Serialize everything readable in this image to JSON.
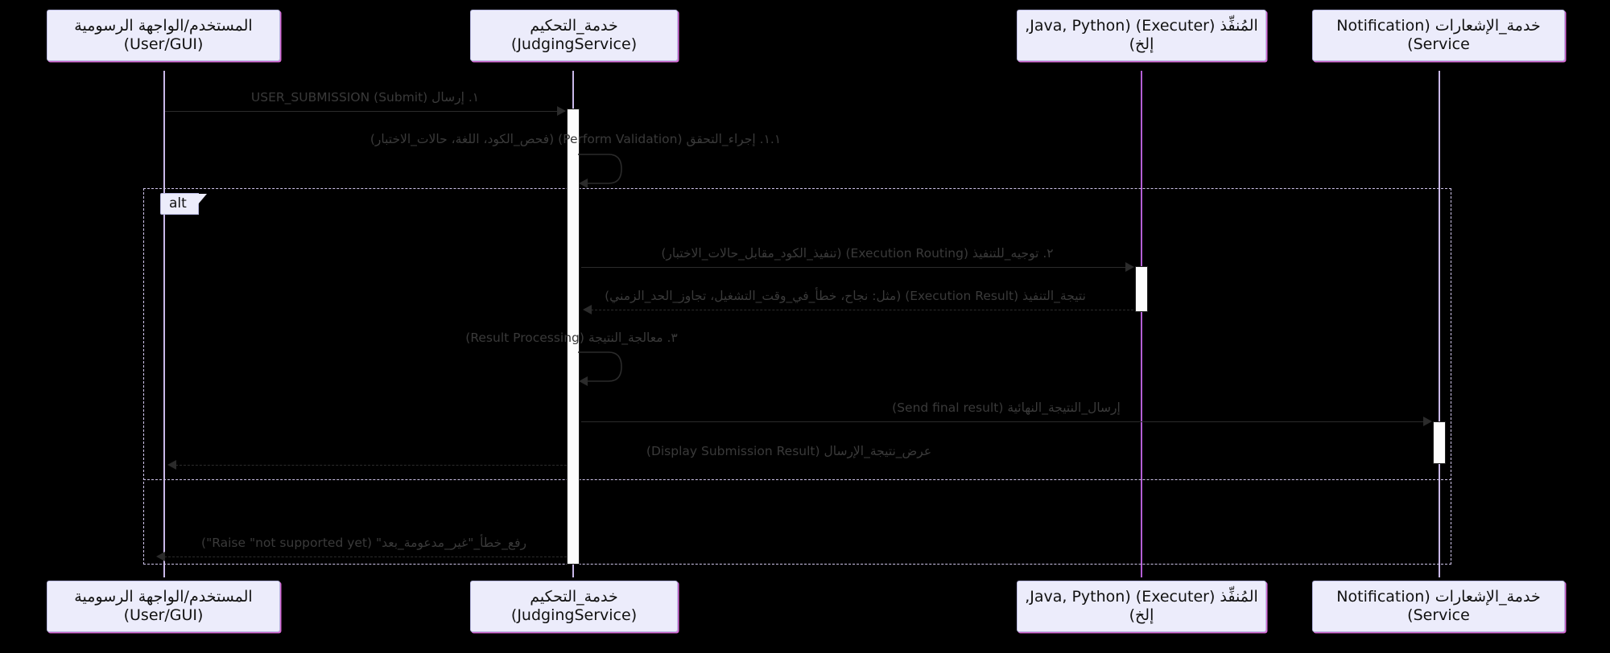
{
  "diagram": {
    "type": "sequence-diagram",
    "colors": {
      "participant_fill": "#ececfb",
      "participant_border": "#b8b8e0",
      "participant_shadow": "#d66bd6",
      "lifeline": "#c9b8e8",
      "lifeline_executer": "#b45fd6",
      "message": "#2b2b2b",
      "frame": "#cfc4ea",
      "background": "#000000"
    }
  },
  "participants": [
    {
      "id": "user",
      "label": "المستخدم/الواجهة الرسومية (User/GUI)"
    },
    {
      "id": "judging",
      "label": "خدمة_التحكيم (JudgingService)"
    },
    {
      "id": "executer",
      "label": "المُنفِّذ (Executer) (Java, Python, إلخ)"
    },
    {
      "id": "notification",
      "label": "خدمة_الإشعارات (Notification Service)"
    }
  ],
  "fragment": {
    "label": "alt"
  },
  "messages": [
    {
      "id": "m1",
      "label": "١. إرسال (Submit) USER_SUBMISSION",
      "from": "user",
      "to": "judging",
      "style": "solid"
    },
    {
      "id": "m2",
      "label": "١.١. إجراء_التحقق (Perform Validation) (فحص_الكود، اللغة، حالات_الاختبار)",
      "from": "judging",
      "to": "judging",
      "style": "self"
    },
    {
      "id": "m3",
      "label": "٢. توجيه_للتنفيذ (Execution Routing) (تنفيذ_الكود_مقابل_حالات_الاختبار)",
      "from": "judging",
      "to": "executer",
      "style": "solid"
    },
    {
      "id": "m4",
      "label": "نتيجة_التنفيذ (Execution Result) (مثل: نجاح، خطأ_في_وقت_التشغيل، تجاوز_الحد_الزمني)",
      "from": "executer",
      "to": "judging",
      "style": "dashed"
    },
    {
      "id": "m5",
      "label": "٣. معالجة_النتيجة (Result Processing)",
      "from": "judging",
      "to": "judging",
      "style": "self"
    },
    {
      "id": "m6",
      "label": "إرسال_النتيجة_النهائية (Send final result)",
      "from": "judging",
      "to": "notification",
      "style": "solid"
    },
    {
      "id": "m7",
      "label": "عرض_نتيجة_الإرسال (Display Submission Result)",
      "from": "judging",
      "to": "user",
      "style": "dashed"
    },
    {
      "id": "m8",
      "label": "رفع_خطأ_\"غير_مدعومة_بعد\" (Raise \"not supported yet\")",
      "from": "judging",
      "to": "user",
      "style": "dashed"
    }
  ]
}
